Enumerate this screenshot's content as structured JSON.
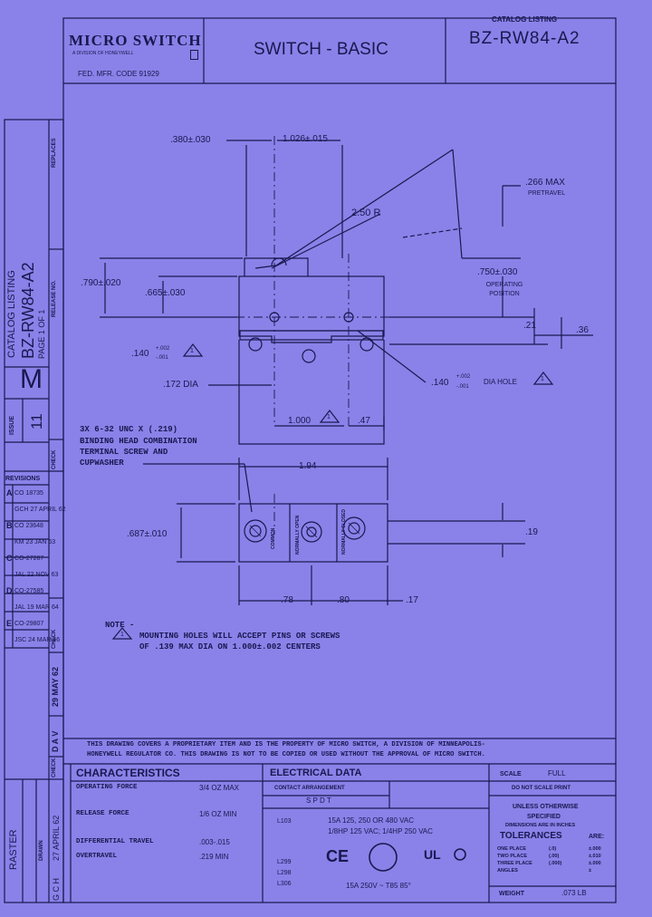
{
  "title_block": {
    "company": "MICRO SWITCH",
    "company_sub": "A DIVISION OF HONEYWELL",
    "fed_code": "FED. MFR. CODE 91929",
    "title": "SWITCH - BASIC",
    "catalog_label": "CATALOG LISTING",
    "catalog_number": "BZ-RW84-A2"
  },
  "side_strip": {
    "replaces": "REPLACES",
    "release_no": "RELEASE NO.",
    "catalog_listing": "CATALOG LISTING",
    "catalog_number": "BZ-RW84-A2",
    "page": "PAGE 1 OF 1",
    "issue_letter": "M",
    "issue_label": "ISSUE",
    "issue_number": "11",
    "check": "CHECK",
    "check2": "CHECK",
    "check3": "CHECK",
    "drawn": "DRAWN",
    "raster": "RASTER"
  },
  "revisions": {
    "label": "REVISIONS",
    "rows": [
      {
        "letter": "A",
        "text": "CO 18735"
      },
      {
        "letter": "",
        "text": "GCH 27 APRIL 62"
      },
      {
        "letter": "B",
        "text": "CO 23648"
      },
      {
        "letter": "",
        "text": "KM 23 JAN 63"
      },
      {
        "letter": "C",
        "text": "CO-27287"
      },
      {
        "letter": "",
        "text": "JAL 22 NOV 63"
      },
      {
        "letter": "D",
        "text": "CO-27585"
      },
      {
        "letter": "",
        "text": "JAL 19 MAR 64"
      },
      {
        "letter": "E",
        "text": "CO-29807"
      },
      {
        "letter": "",
        "text": "JSC 24 MAR 66"
      }
    ],
    "date_vertical": "29 MAY 62",
    "initials_vertical": "D A V",
    "drawn_date": "27 APRIL 62",
    "drawn_initials": "G C H"
  },
  "dimensions": {
    "d380": ".380±.030",
    "d1026": "1.026±.015",
    "d266": ".266 MAX",
    "pretravel": "PRETRAVEL",
    "radius": "2.50 R",
    "d790": ".790±.020",
    "d665": ".665±.030",
    "d750": ".750±.030",
    "operating_position": "OPERATING POSITION",
    "d21": ".21",
    "d36": ".36",
    "d140_left": ".140",
    "tol_left_plus": "+.002",
    "tol_left_minus": "-.001",
    "d172": ".172 DIA",
    "d140_right": ".140",
    "tol_right_plus": "+.002",
    "tol_right_minus": "-.001",
    "dia_hole": "DIA HOLE",
    "d1000": "1.000",
    "d47": ".47",
    "screw_note_1": "3X 6-32 UNC X (.219)",
    "screw_note_2": "BINDING HEAD COMBINATION",
    "screw_note_3": "TERMINAL SCREW AND",
    "screw_note_4": "CUPWASHER",
    "d194": "1.94",
    "d687": ".687±.010",
    "d19": ".19",
    "d78": ".78",
    "d80": ".80",
    "d17": ".17",
    "term_common": "COMMON",
    "term_no": "NORMALLY OPEN",
    "term_nc": "NORMALLY CLOSED"
  },
  "note": {
    "label": "NOTE -",
    "line1": "MOUNTING HOLES WILL ACCEPT PINS OR SCREWS",
    "line2": "OF .139 MAX DIA ON 1.000±.002 CENTERS",
    "marker": "1"
  },
  "proprietary": {
    "line1": "THIS DRAWING COVERS A PROPRIETARY ITEM AND IS THE PROPERTY OF MICRO SWITCH, A DIVISION OF MINNEAPOLIS-",
    "line2": "HONEYWELL REGULATOR CO. THIS DRAWING IS NOT TO BE COPIED OR USED WITHOUT THE APPROVAL OF MICRO SWITCH."
  },
  "characteristics": {
    "header": "CHARACTERISTICS",
    "rows": [
      {
        "label": "OPERATING FORCE",
        "value": "3/4 OZ MAX"
      },
      {
        "label": "RELEASE FORCE",
        "value": "1/6 OZ MIN"
      },
      {
        "label": "DIFFERENTIAL TRAVEL",
        "value": ".003-.015"
      },
      {
        "label": "OVERTRAVEL",
        "value": ".219 MIN"
      }
    ]
  },
  "electrical": {
    "header": "ELECTRICAL DATA",
    "contact_label": "CONTACT ARRANGEMENT",
    "contact_value": "S P D T",
    "code1": "L103",
    "rating1": "15A 125, 250 OR 480 VAC",
    "rating2": "1/8HP 125 VAC; 1/4HP 250 VAC",
    "code2": "L299",
    "code3": "L298",
    "code4": "L306",
    "bottom_rating": "15A 250V ~ T85 85°",
    "ce": "CE",
    "ul": "UL"
  },
  "right_block": {
    "scale_label": "SCALE",
    "scale_value": "FULL",
    "dont_scale": "DO NOT SCALE PRINT",
    "unless": "UNLESS OTHERWISE",
    "specified": "SPECIFIED",
    "dims_inches": "DIMENSIONS ARE IN INCHES",
    "tolerances": "TOLERANCES",
    "are": "ARE:",
    "tol_rows": [
      {
        "label": "ONE PLACE",
        "fmt": "(.0)",
        "val": "±.000"
      },
      {
        "label": "TWO PLACE",
        "fmt": "(.00)",
        "val": "±.010"
      },
      {
        "label": "THREE PLACE",
        "fmt": "(.000)",
        "val": "±.000"
      },
      {
        "label": "ANGLES",
        "fmt": "",
        "val": "±"
      }
    ],
    "weight_label": "WEIGHT",
    "weight_value": ".073 LB"
  }
}
